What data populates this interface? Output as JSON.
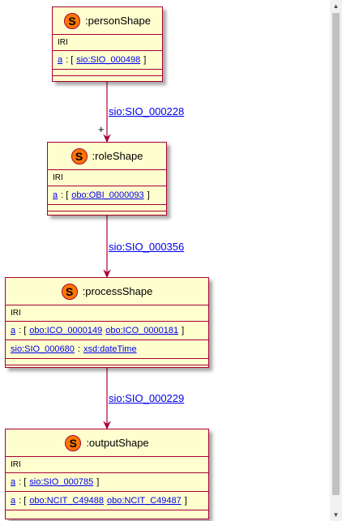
{
  "shapes": [
    {
      "badge": "S",
      "title": ":personShape",
      "iri": "IRI",
      "props": [
        {
          "pred": "a",
          "sep": " : [ ",
          "objs": [
            "sio:SIO_000498"
          ],
          "end": " ]"
        }
      ]
    },
    {
      "badge": "S",
      "title": ":roleShape",
      "iri": "IRI",
      "props": [
        {
          "pred": "a",
          "sep": " : [ ",
          "objs": [
            "obo:OBI_0000093"
          ],
          "end": " ]"
        }
      ]
    },
    {
      "badge": "S",
      "title": ":processShape",
      "iri": "IRI",
      "props": [
        {
          "pred": "a",
          "sep": " : [ ",
          "objs": [
            "obo:ICO_0000149",
            "obo:ICO_0000181"
          ],
          "end": " ]"
        },
        {
          "pred": "sio:SIO_000680",
          "sep": " : ",
          "objs": [
            "xsd:dateTime"
          ],
          "end": ""
        }
      ]
    },
    {
      "badge": "S",
      "title": ":outputShape",
      "iri": "IRI",
      "props": [
        {
          "pred": "a",
          "sep": " : [ ",
          "objs": [
            "sio:SIO_000785"
          ],
          "end": " ]"
        },
        {
          "pred": "a",
          "sep": " : [ ",
          "objs": [
            "obo:NCIT_C49488",
            "obo:NCIT_C49487"
          ],
          "end": " ]"
        }
      ]
    }
  ],
  "edges": [
    {
      "label": "sio:SIO_000228",
      "cardinality": "+"
    },
    {
      "label": "sio:SIO_000356",
      "cardinality": ""
    },
    {
      "label": "sio:SIO_000229",
      "cardinality": ""
    }
  ],
  "colors": {
    "border": "#a80036",
    "fill": "#fefece",
    "badge": "#ff7700",
    "link": "#0000ee"
  },
  "scrollbar": {
    "up_icon": "triangle-up-icon",
    "down_icon": "triangle-down-icon"
  }
}
